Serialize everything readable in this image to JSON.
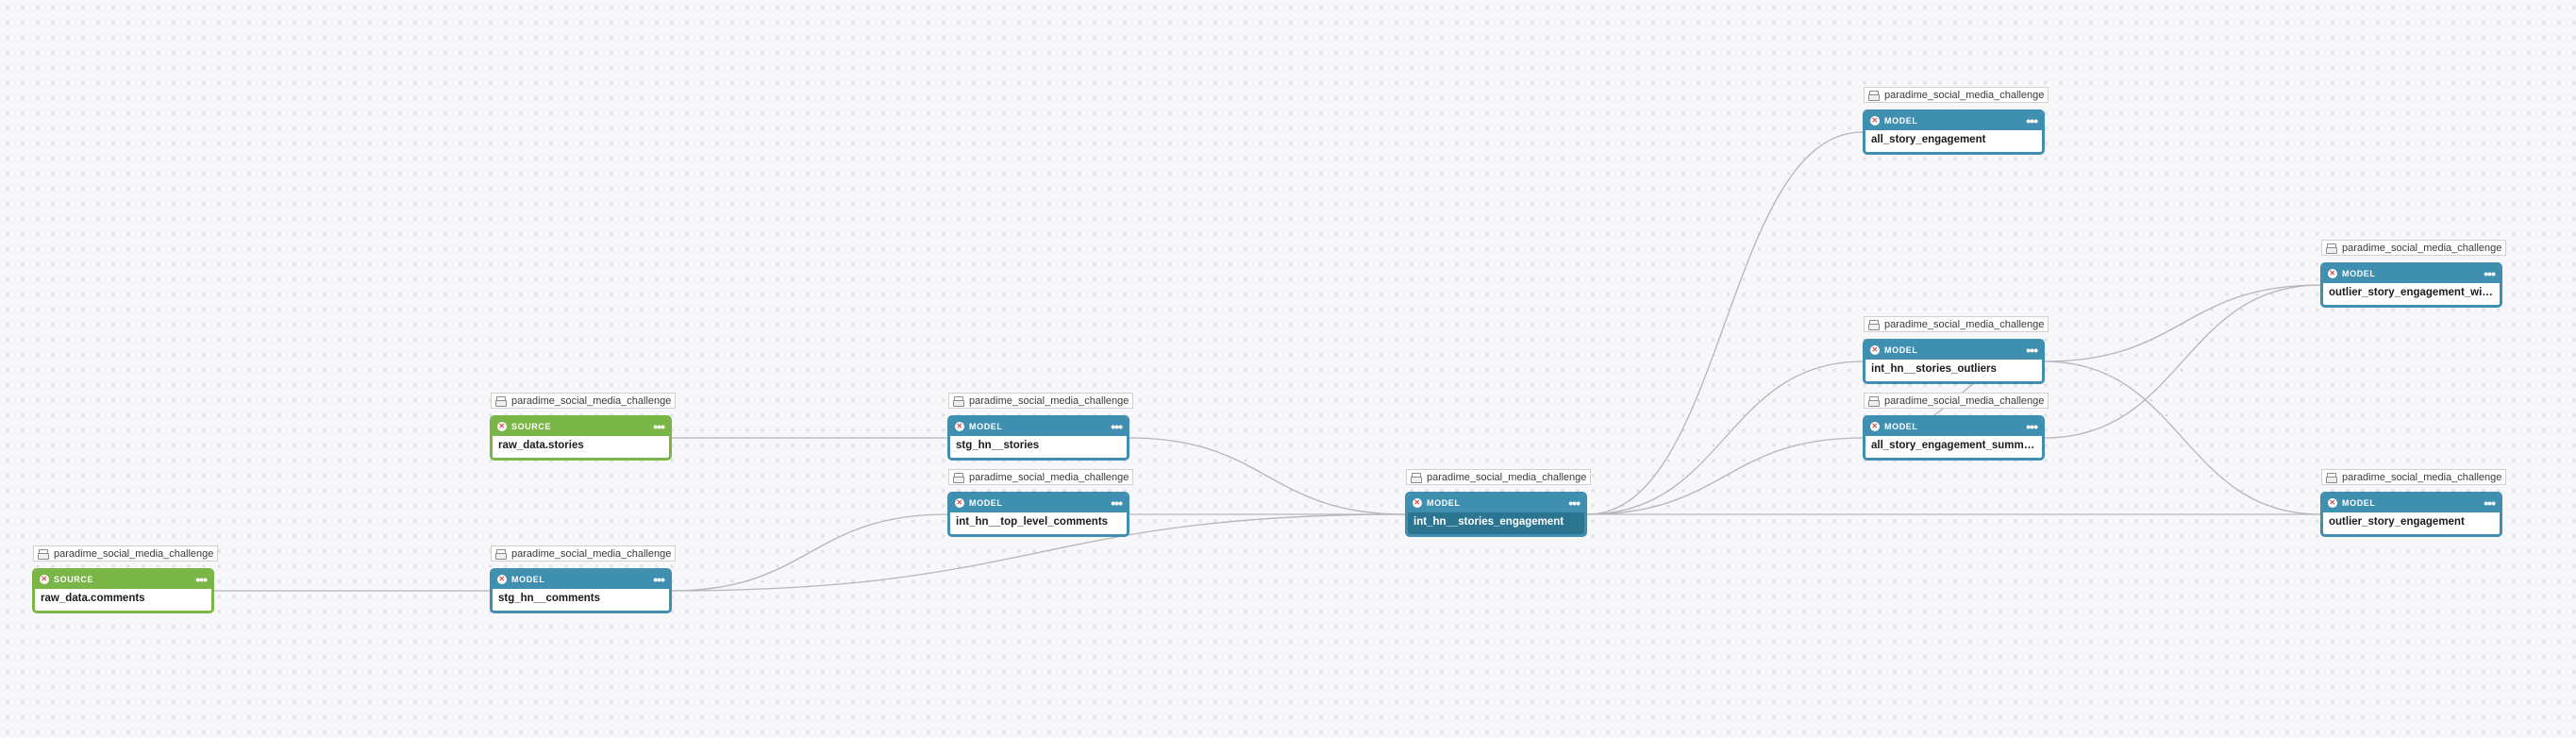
{
  "nodes": [
    {
      "id": "raw_data_comments",
      "project": "paradime_social_media_challenge",
      "type": "SOURCE",
      "name": "raw_data.comments"
    },
    {
      "id": "raw_data_stories",
      "project": "paradime_social_media_challenge",
      "type": "SOURCE",
      "name": "raw_data.stories"
    },
    {
      "id": "stg_hn_comments",
      "project": "paradime_social_media_challenge",
      "type": "MODEL",
      "name": "stg_hn__comments"
    },
    {
      "id": "stg_hn_stories",
      "project": "paradime_social_media_challenge",
      "type": "MODEL",
      "name": "stg_hn__stories"
    },
    {
      "id": "int_hn_top_level_comments",
      "project": "paradime_social_media_challenge",
      "type": "MODEL",
      "name": "int_hn__top_level_comments"
    },
    {
      "id": "int_hn_stories_engagement",
      "project": "paradime_social_media_challenge",
      "type": "MODEL",
      "name": "int_hn__stories_engagement",
      "selected": true
    },
    {
      "id": "all_story_engagement",
      "project": "paradime_social_media_challenge",
      "type": "MODEL",
      "name": "all_story_engagement"
    },
    {
      "id": "int_hn_stories_outliers",
      "project": "paradime_social_media_challenge",
      "type": "MODEL",
      "name": "int_hn__stories_outliers"
    },
    {
      "id": "all_story_engagement_summary",
      "project": "paradime_social_media_challenge",
      "type": "MODEL",
      "name": "all_story_engagement_summar..."
    },
    {
      "id": "outlier_story_engagement_wit",
      "project": "paradime_social_media_challenge",
      "type": "MODEL",
      "name": "outlier_story_engagement_wit..."
    },
    {
      "id": "outlier_story_engagement",
      "project": "paradime_social_media_challenge",
      "type": "MODEL",
      "name": "outlier_story_engagement"
    }
  ],
  "edges": [
    [
      "raw_data_comments",
      "stg_hn_comments"
    ],
    [
      "raw_data_stories",
      "stg_hn_stories"
    ],
    [
      "stg_hn_comments",
      "int_hn_top_level_comments"
    ],
    [
      "stg_hn_comments",
      "int_hn_stories_engagement"
    ],
    [
      "stg_hn_stories",
      "int_hn_stories_engagement"
    ],
    [
      "int_hn_top_level_comments",
      "int_hn_stories_engagement"
    ],
    [
      "int_hn_stories_engagement",
      "all_story_engagement"
    ],
    [
      "int_hn_stories_engagement",
      "int_hn_stories_outliers"
    ],
    [
      "int_hn_stories_engagement",
      "all_story_engagement_summary"
    ],
    [
      "int_hn_stories_engagement",
      "outlier_story_engagement"
    ],
    [
      "int_hn_stories_outliers",
      "all_story_engagement_summary"
    ],
    [
      "int_hn_stories_outliers",
      "outlier_story_engagement_wit"
    ],
    [
      "int_hn_stories_outliers",
      "outlier_story_engagement"
    ],
    [
      "all_story_engagement_summary",
      "outlier_story_engagement_wit"
    ]
  ],
  "icons": {
    "status": "error-x-icon",
    "menu": "more-dots-icon",
    "project": "project-folder-icon"
  },
  "colors": {
    "model": "#3f8fb0",
    "source": "#7ab547",
    "selected_name_bg": "#2c7590",
    "status_error": "#e04848",
    "edge": "#b5b5ba"
  }
}
